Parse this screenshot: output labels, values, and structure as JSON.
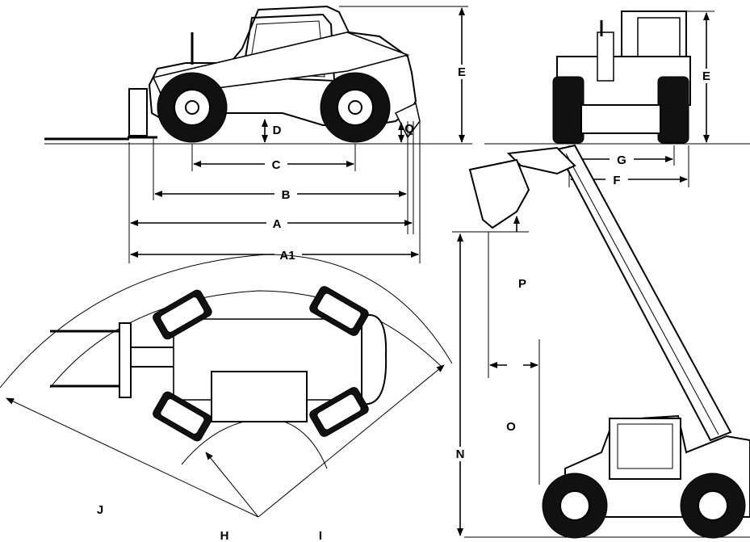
{
  "labels": {
    "A": "A",
    "A1": "A1",
    "B": "B",
    "C": "C",
    "D": "D",
    "E_side": "E",
    "E_front": "E",
    "F": "F",
    "G": "G",
    "H": "H",
    "I": "I",
    "J": "J",
    "N": "N",
    "O": "O",
    "P": "P",
    "Q": "Q"
  },
  "colors": {
    "ink": "#000000",
    "paper": "#ffffff"
  }
}
